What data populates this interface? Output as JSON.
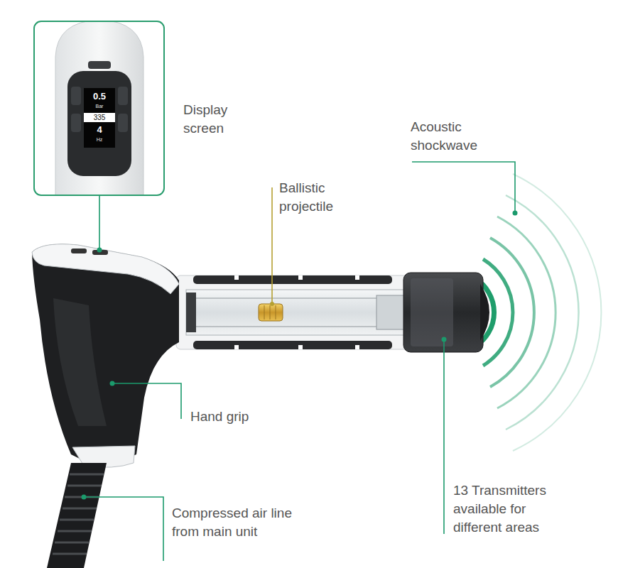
{
  "diagram": {
    "labels": [
      "0.5",
      "Bar",
      "335",
      "4",
      "Hz",
      "Display screen",
      "Ballistic projectile",
      "Acoustic shockwave",
      "Hand grip",
      "Compressed air line from main unit",
      "13 Transmitters available for different areas"
    ]
  }
}
